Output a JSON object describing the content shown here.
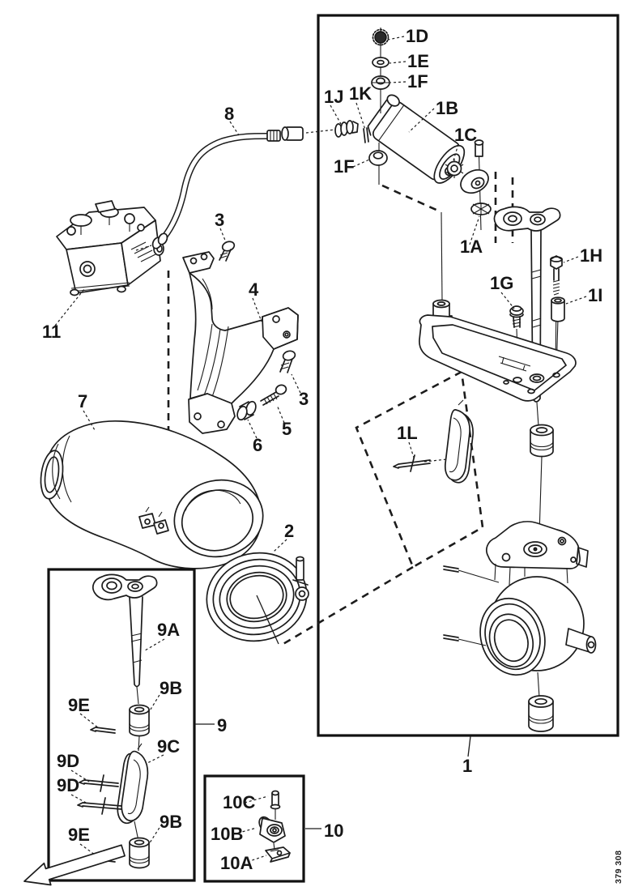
{
  "figure": {
    "kind": "exploded-parts-diagram",
    "drawing_number": "379 308"
  },
  "labels": {
    "p1": "1",
    "p1a": "1A",
    "p1b": "1B",
    "p1c": "1C",
    "p1d": "1D",
    "p1e": "1E",
    "p1f_top": "1F",
    "p1f_side": "1F",
    "p1g": "1G",
    "p1h": "1H",
    "p1i": "1I",
    "p1j": "1J",
    "p1k": "1K",
    "p1l": "1L",
    "p2": "2",
    "p3_upper": "3",
    "p3_lower": "3",
    "p4": "4",
    "p5": "5",
    "p6": "6",
    "p7": "7",
    "p8": "8",
    "p9": "9",
    "p9a": "9A",
    "p9b_upper": "9B",
    "p9b_lower": "9B",
    "p9c": "9C",
    "p9d_upper": "9D",
    "p9d_lower": "9D",
    "p9e_upper": "9E",
    "p9e_lower": "9E",
    "p10": "10",
    "p10a": "10A",
    "p10b": "10B",
    "p10c": "10C",
    "p11": "11"
  }
}
